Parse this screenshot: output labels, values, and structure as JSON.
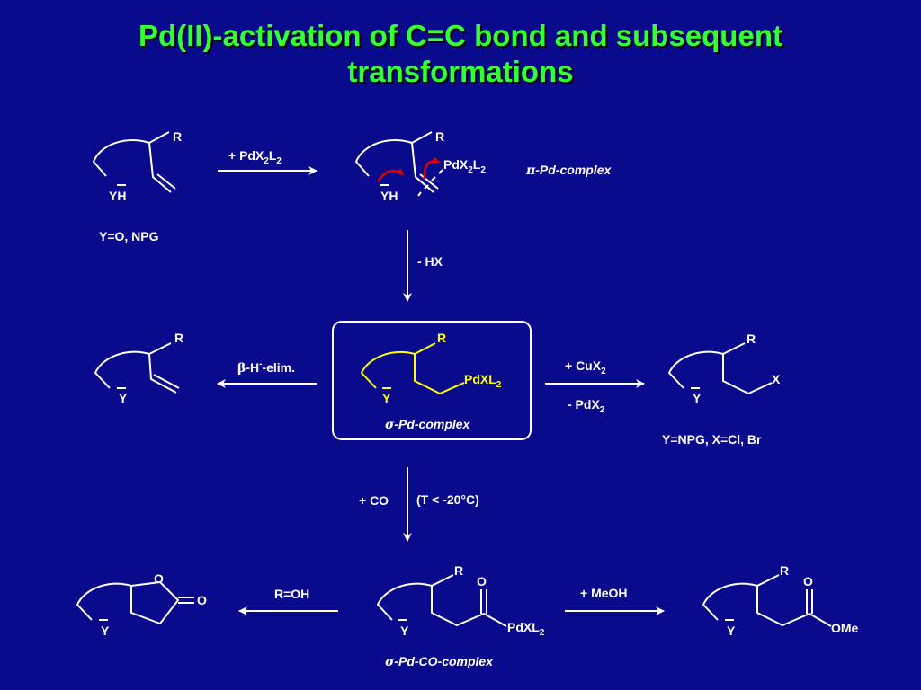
{
  "title": {
    "line1": "Pd(II)-activation of C=C bond and subsequent",
    "line2": "transformations"
  },
  "colors": {
    "background": "#0a0a8c",
    "title": "#33ff33",
    "structure": "#ffffff",
    "highlight": "#ffff00",
    "electron_arrow": "#dd0000"
  },
  "start": {
    "r_label": "R",
    "yh_label": "YH",
    "substituents": "Y=O, NPG"
  },
  "step1": {
    "reagent_prefix": "+ PdX",
    "reagent_sub1": "2",
    "reagent_mid": "L",
    "reagent_sub2": "2"
  },
  "pi_complex": {
    "r_label": "R",
    "yh_label": "YH",
    "pd_prefix": "PdX",
    "pd_sub1": "2",
    "pd_mid": "L",
    "pd_sub2": "2",
    "name_symbol": "π",
    "name_rest": "-Pd-complex"
  },
  "step2": {
    "reagent": "- HX"
  },
  "sigma_complex": {
    "r_label": "R",
    "y_label": "Y",
    "pd_prefix": "PdXL",
    "pd_sub": "2",
    "name_symbol": "σ",
    "name_rest": "-Pd-complex"
  },
  "beta_elim": {
    "label_symbol": "β",
    "label_mid": "-H",
    "label_sup": "-",
    "label_rest": "-elim."
  },
  "alkene_product": {
    "r_label": "R",
    "y_label": "Y"
  },
  "halogenation": {
    "reagent_top_prefix": "+ CuX",
    "reagent_top_sub": "2",
    "reagent_bottom_prefix": "- PdX",
    "reagent_bottom_sub": "2"
  },
  "halide_product": {
    "r_label": "R",
    "x_label": "X",
    "y_label": "Y",
    "substituents": "Y=NPG, X=Cl, Br"
  },
  "carbonylation": {
    "reagent": "+ CO",
    "condition": "(T < -20°C)"
  },
  "acyl_complex": {
    "r_label": "R",
    "o_label": "O",
    "y_label": "Y",
    "pd_prefix": "PdXL",
    "pd_sub": "2",
    "name_symbol": "σ",
    "name_rest": "-Pd-CO-complex"
  },
  "lactonization": {
    "reagent": "R=OH"
  },
  "lactone_product": {
    "ring_o_label": "O",
    "carbonyl_o_label": "O",
    "y_label": "Y"
  },
  "methanolysis": {
    "reagent": "+ MeOH"
  },
  "ester_product": {
    "r_label": "R",
    "o_label": "O",
    "ome_label": "OMe",
    "y_label": "Y"
  }
}
